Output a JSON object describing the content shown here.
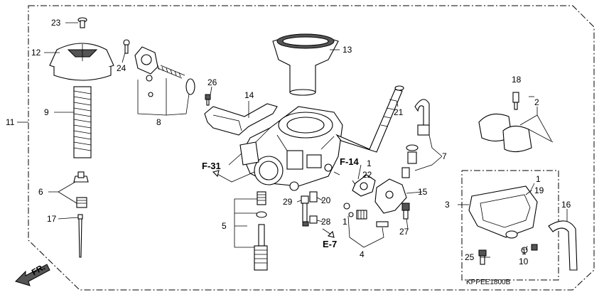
{
  "diagram": {
    "part_labels": {
      "p1": "1",
      "p2": "2",
      "p3": "3",
      "p4": "4",
      "p5": "5",
      "p6": "6",
      "p7": "7",
      "p8": "8",
      "p9": "9",
      "p10": "10",
      "p11": "11",
      "p12": "12",
      "p13": "13",
      "p14": "14",
      "p15": "15",
      "p16": "16",
      "p17": "17",
      "p18": "18",
      "p19": "19",
      "p20": "20",
      "p21": "21",
      "p22": "22",
      "p23": "23",
      "p24": "24",
      "p25": "25",
      "p26": "26",
      "p27": "27",
      "p28": "28",
      "p29": "29"
    },
    "references": {
      "f31": "F-31",
      "f14": "F-14",
      "e7": "E-7"
    },
    "front_marker": "FR.",
    "diagram_code": "KPPEE1800B"
  }
}
